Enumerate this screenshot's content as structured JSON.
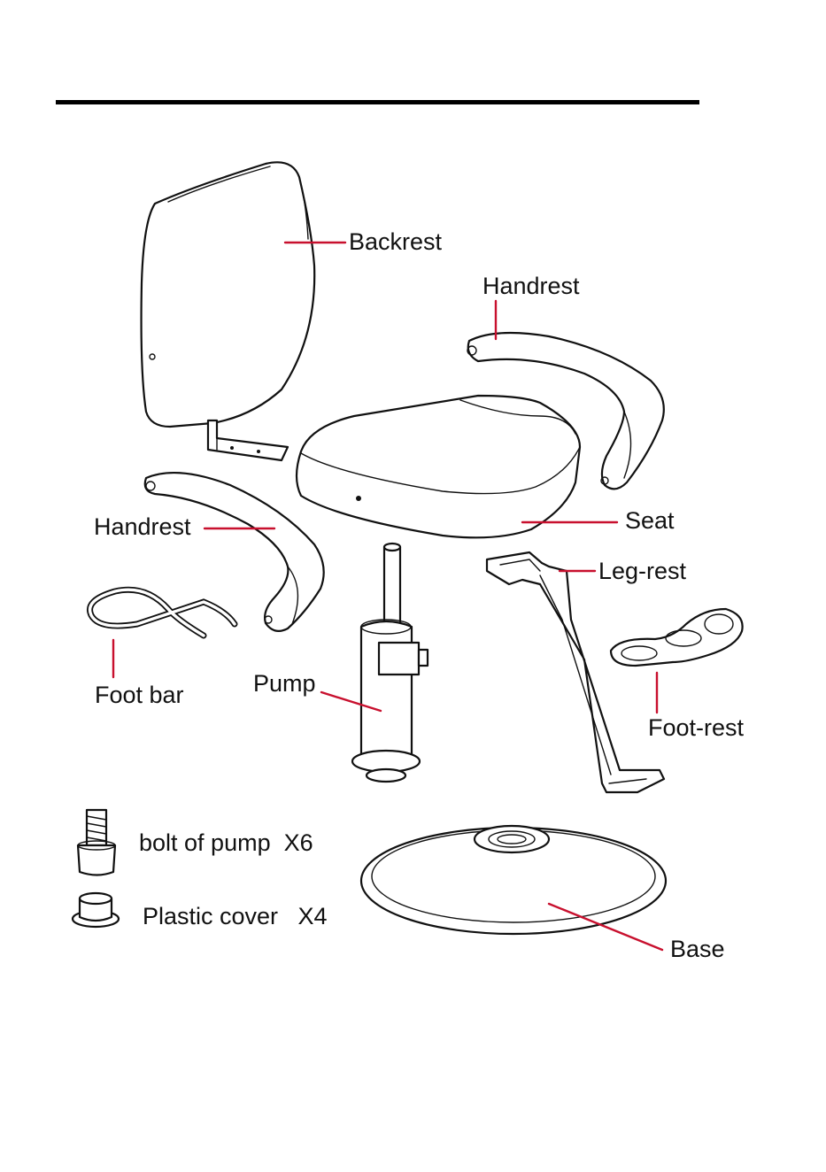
{
  "colors": {
    "leader": "#c8102e",
    "ink": "#111111",
    "rule": "#000000"
  },
  "labels": {
    "backrest": "Backrest",
    "handrest_right": "Handrest",
    "handrest_left": "Handrest",
    "seat": "Seat",
    "leg_rest": "Leg-rest",
    "foot_bar": "Foot bar",
    "pump": "Pump",
    "foot_rest": "Foot-rest",
    "bolt_of_pump": "bolt of pump  X6",
    "plastic_cover": "Plastic cover   X4",
    "base": "Base"
  },
  "icons": {
    "backrest": "backrest-icon",
    "handrest": "handrest-icon",
    "seat": "seat-icon",
    "leg_rest": "leg-rest-icon",
    "foot_bar": "foot-bar-icon",
    "pump": "pump-icon",
    "foot_rest": "foot-rest-icon",
    "bolt": "bolt-icon",
    "plastic_cover": "plastic-cover-icon",
    "base": "base-icon"
  }
}
